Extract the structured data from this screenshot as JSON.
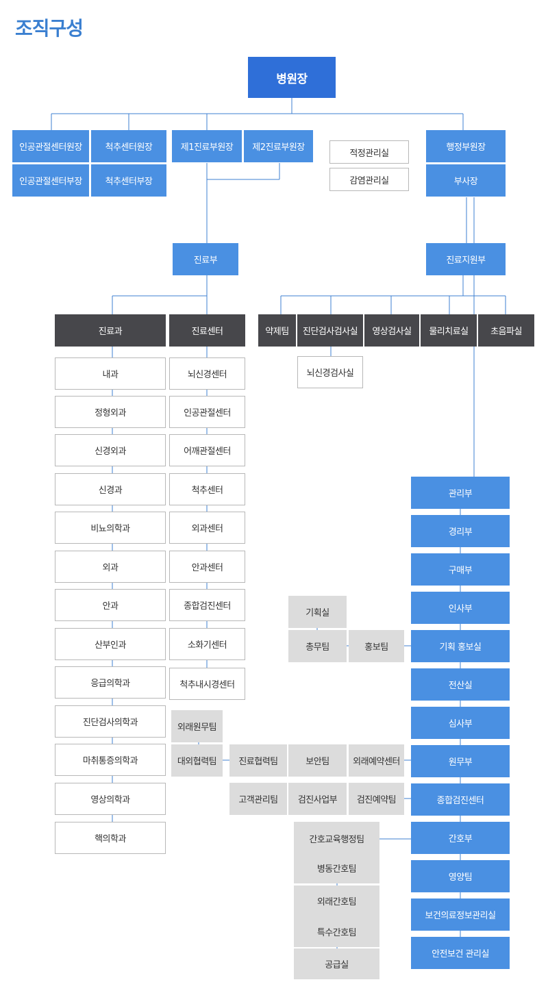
{
  "page_title": "조직구성",
  "top": {
    "director": "병원장"
  },
  "vice": {
    "joint_center_director": "인공관절센터원장",
    "spine_center_director": "척추센터원장",
    "joint_center_deputy": "인공관절센터부장",
    "spine_center_deputy": "척추센터부장",
    "medical_vice_1": "제1진료부원장",
    "medical_vice_2": "제2진료부원장",
    "admin_vice": "행정부원장",
    "deputy_director": "부사장"
  },
  "offices": {
    "qi": "적정관리실",
    "infection": "감염관리실"
  },
  "divisions": {
    "medical": "진료부",
    "support": "진료지원부"
  },
  "medical": {
    "dept_header": "진료과",
    "center_header": "진료센터",
    "departments": [
      "내과",
      "정형외과",
      "신경외과",
      "신경과",
      "비뇨의학과",
      "외과",
      "안과",
      "산부인과",
      "응급의학과",
      "진단검사의학과",
      "마취통증의학과",
      "영상의학과",
      "핵의학과"
    ],
    "centers": [
      "뇌신경센터",
      "인공관절센터",
      "어깨관절센터",
      "척추센터",
      "외과센터",
      "안과센터",
      "종합검진센터",
      "소화기센터",
      "척추내시경센터"
    ]
  },
  "support": {
    "units": [
      "약제팀",
      "진단검사검사실",
      "영상검사실",
      "물리치료실",
      "초음파실"
    ],
    "neuro_lab": "뇌신경검사실"
  },
  "admin": {
    "departments": [
      "관리부",
      "경리부",
      "구매부",
      "인사부",
      "기획 홍보실",
      "전산실",
      "심사부",
      "원무부",
      "종합검진센터",
      "간호부",
      "영양팀",
      "보건의료정보관리실",
      "안전보건 관리실"
    ]
  },
  "planning": {
    "planning_office": "기획실",
    "general_affairs": "총무팀",
    "pr_team": "홍보팀"
  },
  "admissions": {
    "outpatient_affairs": "외래원무팀",
    "external_cooperation": "대외협력팀",
    "medical_cooperation": "진료협력팀",
    "security": "보안팀",
    "outpatient_reservation": "외래예약센터",
    "customer_management": "고객관리팀",
    "checkup_business": "검진사업부",
    "checkup_reservation": "검진예약팀"
  },
  "nursing": {
    "teams": [
      "간호교육행정팀",
      "병동간호팀",
      "외래간호팀",
      "특수간호팀",
      "공급실"
    ]
  }
}
